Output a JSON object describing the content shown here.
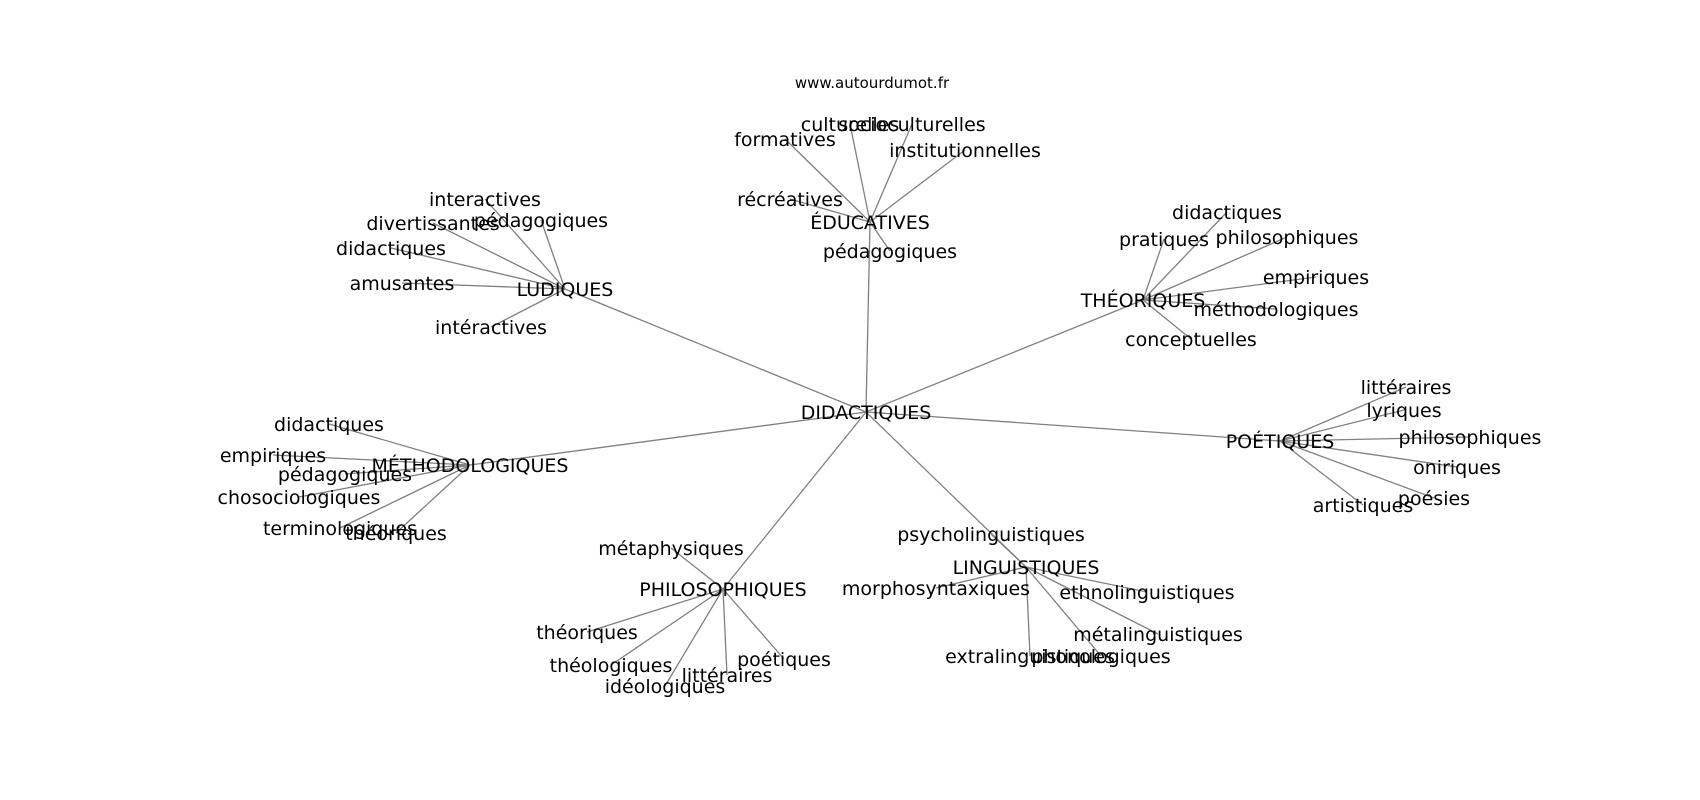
{
  "watermark": "www.autourdumot.fr",
  "graph": {
    "root": "DIDACTIQUES",
    "categories": [
      {
        "label": "ÉDUCATIVES",
        "children": [
          "culturelles",
          "socioculturelles",
          "formatives",
          "institutionnelles",
          "récréatives",
          "pédagogiques"
        ]
      },
      {
        "label": "LUDIQUES",
        "children": [
          "interactives",
          "pédagogiques",
          "divertissantes",
          "didactiques",
          "amusantes",
          "intéractives"
        ]
      },
      {
        "label": "THÉORIQUES",
        "children": [
          "didactiques",
          "pratiques",
          "philosophiques",
          "empiriques",
          "méthodologiques",
          "conceptuelles"
        ]
      },
      {
        "label": "POÉTIQUES",
        "children": [
          "littéraires",
          "lyriques",
          "philosophiques",
          "oniriques",
          "poésies",
          "artistiques"
        ]
      },
      {
        "label": "MÉTHODOLOGIQUES",
        "children": [
          "didactiques",
          "empiriques",
          "pédagogiques",
          "chosociologiques",
          "terminologiques",
          "théoriques"
        ]
      },
      {
        "label": "PHILOSOPHIQUES",
        "children": [
          "métaphysiques",
          "théoriques",
          "théologiques",
          "idéologiques",
          "littéraires",
          "poétiques"
        ]
      },
      {
        "label": "LINGUISTIQUES",
        "children": [
          "psycholinguistiques",
          "morphosyntaxiques",
          "ethnolinguistiques",
          "métalinguistiques",
          "extralinguistiques",
          "phonologiques"
        ]
      }
    ]
  }
}
